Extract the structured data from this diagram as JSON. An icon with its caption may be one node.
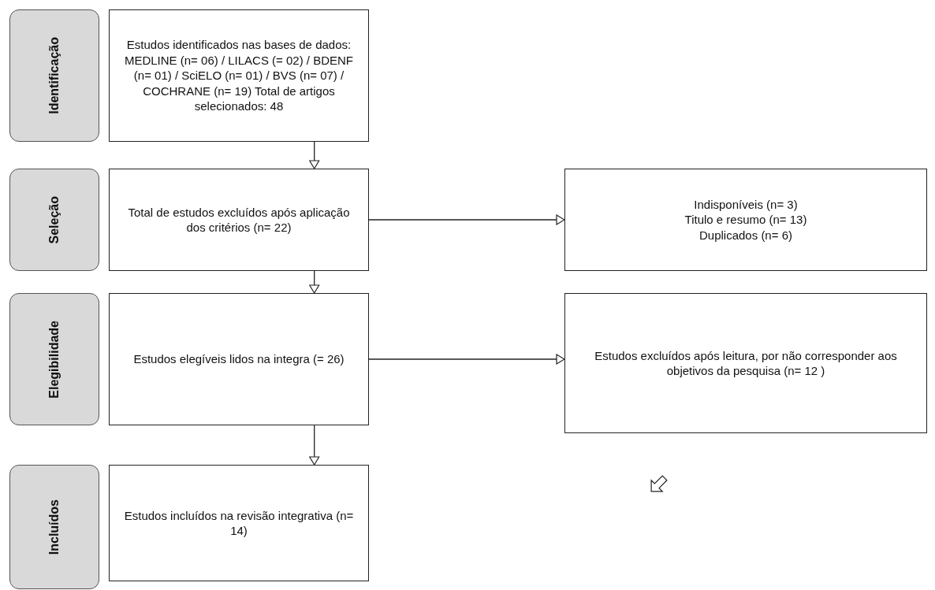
{
  "diagram": {
    "nodes": [
      {
        "text": [
          "Identificação"
        ]
      },
      {
        "text": [
          "Estudos identificados nas bases de dados: MEDLINE (n= 06) / LILACS (= 02) / BDENF (n= 01) / SciELO (n= 01) / BVS (n= 07) / COCHRANE (n= 19) Total de artigos selecionados: 48"
        ]
      },
      {
        "text": [
          "Seleção"
        ]
      },
      {
        "text": [
          "Total de estudos excluídos após aplicação dos critérios (n= 22)"
        ]
      },
      {
        "text": [
          "Indisponíveis (n= 3)",
          "Titulo e resumo (n= 13)",
          "Duplicados (n= 6)"
        ]
      },
      {
        "text": [
          "Elegibilidade"
        ]
      },
      {
        "text": [
          "Estudos elegíveis lidos na integra (= 26)"
        ]
      },
      {
        "text": [
          "Estudos excluídos após leitura, por não corresponder aos objetivos da pesquisa (n= 12 )"
        ]
      },
      {
        "text": [
          "Incluídos"
        ]
      },
      {
        "text": [
          "Estudos incluídos na revisão integrativa (n= 14)"
        ]
      }
    ],
    "edges": [
      {
        "from": 1,
        "to": 3,
        "arrow": "to"
      },
      {
        "from": 3,
        "to": 4,
        "arrow": "to"
      },
      {
        "from": 3,
        "to": 6,
        "arrow": "to"
      },
      {
        "from": 6,
        "to": 7,
        "arrow": "to"
      },
      {
        "from": 6,
        "to": 9,
        "arrow": "to"
      }
    ]
  }
}
